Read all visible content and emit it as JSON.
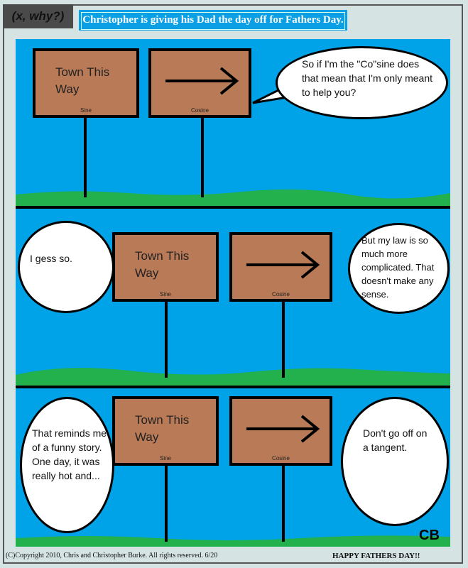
{
  "brand": "(x, why?)",
  "title": "Christopher is giving his Dad the day off for Fathers Day.",
  "sign_left": {
    "text": "Town This Way",
    "label": "Sine"
  },
  "sign_right": {
    "label": "Cosine",
    "icon": "right-arrow-icon"
  },
  "panels": [
    {
      "bubble_right": "So if I'm the \"Co\"sine does that mean that I'm only meant to help you?"
    },
    {
      "bubble_left": "I gess so.",
      "bubble_right": "But my law is so much more complicated. That doesn't make any sense."
    },
    {
      "bubble_left": "That reminds me of a funny story. One day, it was really hot and...",
      "bubble_right": "Don't go off on a tangent."
    }
  ],
  "signature": "CB",
  "footer": {
    "copyright": "(C)Copyright 2010, Chris and Christopher Burke. All rights reserved. 6/20",
    "message": "HAPPY FATHERS DAY!!"
  },
  "colors": {
    "sky": "#00a2e8",
    "sign": "#b97a57",
    "grass": "#22b14c"
  }
}
